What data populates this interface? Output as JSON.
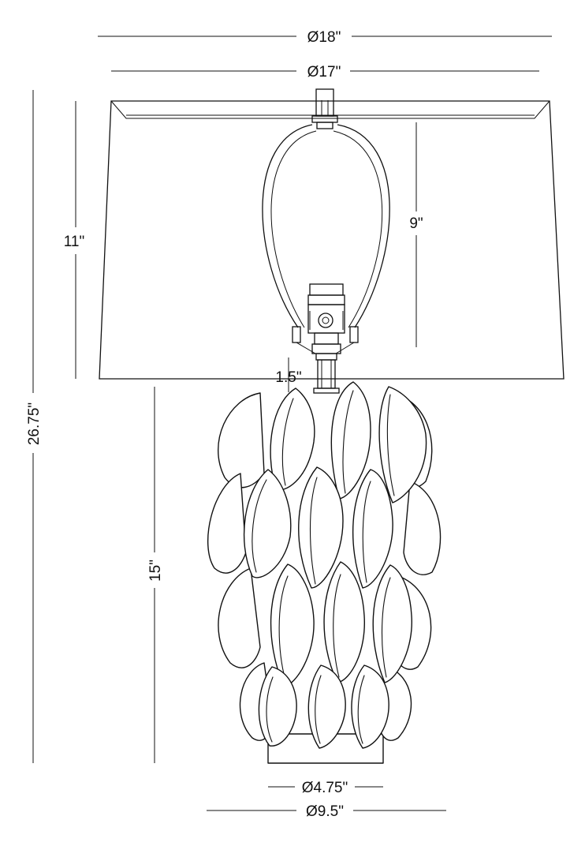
{
  "dimensions": {
    "shade_top_diameter": "Ø18\"",
    "shade_bottom_diameter": "Ø17\"",
    "shade_height": "11\"",
    "harp_height": "9\"",
    "neck_height": "1.5\"",
    "overall_height": "26.75\"",
    "base_height": "15\"",
    "base_foot_diameter": "Ø4.75\"",
    "base_body_diameter": "Ø9.5\""
  },
  "colors": {
    "line": "#111111",
    "background": "#ffffff"
  }
}
